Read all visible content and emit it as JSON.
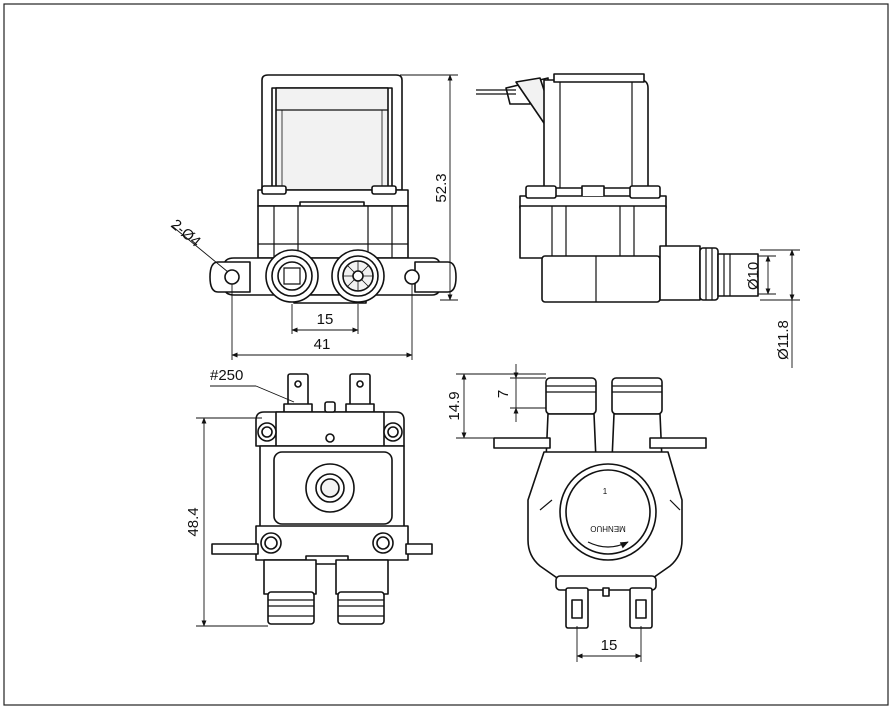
{
  "dimensions": {
    "height_top": "52.3",
    "holes": "2-Ø4",
    "outlet_spacing_top": "15",
    "mount_width": "41",
    "inlet_diameter": "Ø10",
    "inlet_outer_diameter": "Ø11.8",
    "terminal": "#250",
    "body_height": "48.4",
    "outlet_length": "14.9",
    "outlet_groove": "7",
    "terminal_spacing": "15"
  },
  "body_marking": {
    "brand": "MENHUO",
    "arrow": "1"
  }
}
